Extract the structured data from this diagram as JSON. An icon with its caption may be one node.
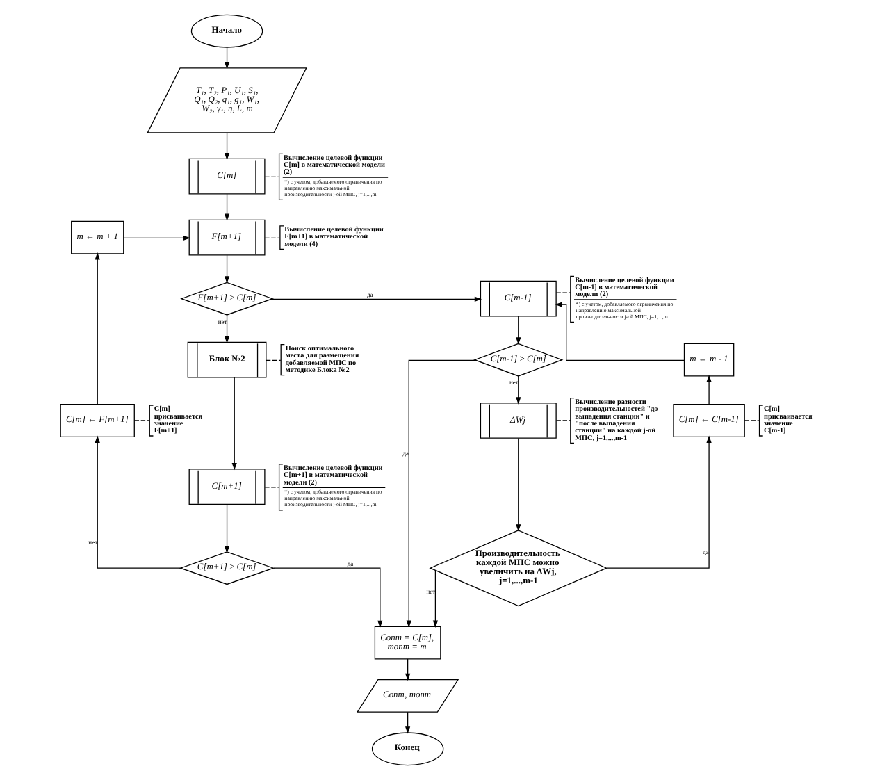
{
  "diagram": {
    "nodes": [
      {
        "text": [
          "Начало"
        ]
      },
      {
        "text": [
          "T₁, T₂, P₁, U₁, S₁, Q₁, Q₂, q₁, g₁, W₁, W₂, γ₁, η, L, m"
        ]
      },
      {
        "text": [
          "C[m]"
        ]
      },
      {
        "text": [
          "Вычисление целевой функции C[m] в математической модели (2)",
          "*) с учетом, добавляемого ограничения по направлению максимальной производительности j-ой МПС, j=1,...,m"
        ]
      },
      {
        "text": [
          "F[m+1]"
        ]
      },
      {
        "text": [
          "Вычисление целевой функции F[m+1] в математической модели (4)"
        ]
      },
      {
        "text": [
          "m ← m + 1"
        ]
      },
      {
        "text": [
          "F[m+1] ≥ C[m]"
        ]
      },
      {
        "text": [
          "C[m-1]"
        ]
      },
      {
        "text": [
          "Вычисление целевой функции C[m-1] в математической модели (2)",
          "*) с учетом, добавляемого ограничения по направлению максимальной производительности j-ой МПС, j=1,...,m"
        ]
      },
      {
        "text": [
          "C[m-1] ≥ C[m]"
        ]
      },
      {
        "text": [
          "Блок №2"
        ]
      },
      {
        "text": [
          "Поиск оптимального места для размещения добавляемой МПС по методике Блока №2"
        ]
      },
      {
        "text": [
          "m ← m - 1"
        ]
      },
      {
        "text": [
          "C[m] ← F[m+1]"
        ]
      },
      {
        "text": [
          "C[m] присваивается значение F[m+1]"
        ]
      },
      {
        "text": [
          "C[m] ← C[m-1]"
        ]
      },
      {
        "text": [
          "C[m] присваивается значение C[m-1]"
        ]
      },
      {
        "text": [
          "ΔWj"
        ]
      },
      {
        "text": [
          "Вычисление разности производительностей \"до выпадения станции\" и \"после выпадения станции\" на каждой j-ой МПС, j=1,...,m-1"
        ]
      },
      {
        "text": [
          "C[m+1]"
        ]
      },
      {
        "text": [
          "Вычисление целевой функции C[m+1] в математической модели (2)",
          "*) с учетом, добавляемого ограничения по направлению максимальной производительности j-ой МПС, j=1,...,m"
        ]
      },
      {
        "text": [
          "C[m+1] ≥ C[m]"
        ]
      },
      {
        "text": [
          "Производительность каждой МПС можно увеличить на ΔWj, j=1,...,m-1"
        ]
      },
      {
        "text": [
          "Cопт = C[m], mопт = m"
        ]
      },
      {
        "text": [
          "Cопт, mопт"
        ]
      },
      {
        "text": [
          "Конец"
        ]
      }
    ],
    "edges": [
      {
        "from": 0,
        "to": 1,
        "arrow": "to"
      },
      {
        "from": 1,
        "to": 2,
        "arrow": "to"
      },
      {
        "from": 2,
        "to": 3,
        "arrow": "none",
        "style": "dashed"
      },
      {
        "from": 2,
        "to": 4,
        "arrow": "to"
      },
      {
        "from": 4,
        "to": 5,
        "arrow": "none",
        "style": "dashed"
      },
      {
        "from": 4,
        "to": 7,
        "arrow": "to"
      },
      {
        "from": 7,
        "to": 8,
        "arrow": "to",
        "label": "да"
      },
      {
        "from": 7,
        "to": 11,
        "arrow": "to",
        "label": "нет"
      },
      {
        "from": 8,
        "to": 9,
        "arrow": "none",
        "style": "dashed"
      },
      {
        "from": 8,
        "to": 10,
        "arrow": "to"
      },
      {
        "from": 11,
        "to": 12,
        "arrow": "none",
        "style": "dashed"
      },
      {
        "from": 11,
        "to": 20,
        "arrow": "to"
      },
      {
        "from": 20,
        "to": 21,
        "arrow": "none",
        "style": "dashed"
      },
      {
        "from": 20,
        "to": 22,
        "arrow": "to"
      },
      {
        "from": 22,
        "to": 14,
        "arrow": "to",
        "label": "нет"
      },
      {
        "from": 14,
        "to": 15,
        "arrow": "none",
        "style": "dashed"
      },
      {
        "from": 14,
        "to": 6,
        "arrow": "to"
      },
      {
        "from": 6,
        "to": 4,
        "arrow": "to"
      },
      {
        "from": 22,
        "to": 24,
        "arrow": "to",
        "label": "да"
      },
      {
        "from": 10,
        "to": 24,
        "arrow": "to",
        "label": "да"
      },
      {
        "from": 10,
        "to": 18,
        "arrow": "to",
        "label": "нет"
      },
      {
        "from": 18,
        "to": 19,
        "arrow": "none",
        "style": "dashed"
      },
      {
        "from": 18,
        "to": 23,
        "arrow": "to"
      },
      {
        "from": 23,
        "to": 16,
        "arrow": "to",
        "label": "да"
      },
      {
        "from": 16,
        "to": 17,
        "arrow": "none",
        "style": "dashed"
      },
      {
        "from": 16,
        "to": 13,
        "arrow": "to"
      },
      {
        "from": 13,
        "to": 8,
        "arrow": "to"
      },
      {
        "from": 23,
        "to": 24,
        "arrow": "to",
        "label": "нет"
      },
      {
        "from": 24,
        "to": 25,
        "arrow": "to"
      },
      {
        "from": 25,
        "to": 26,
        "arrow": "to"
      }
    ]
  }
}
